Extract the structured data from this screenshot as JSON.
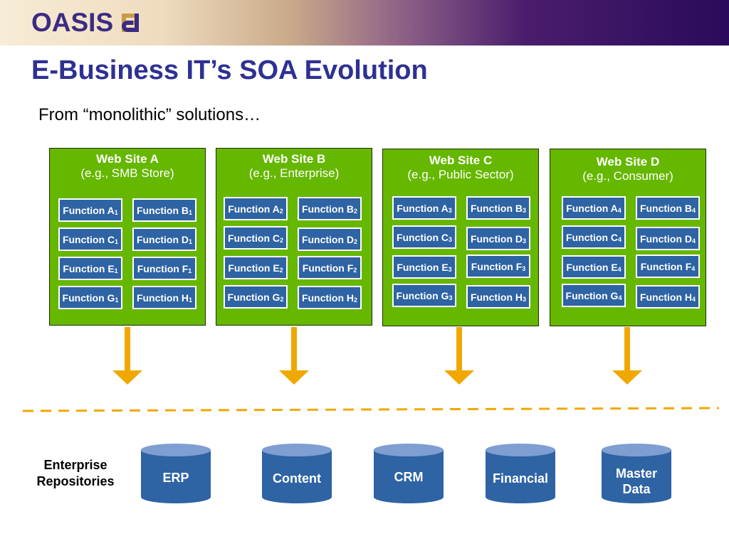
{
  "header": {
    "logo_text": "OASIS",
    "colors": {
      "logo": "#3b2b82",
      "band_left": "#f7ecd6",
      "band_right": "#2a0a5c"
    }
  },
  "title": "E-Business IT’s SOA Evolution",
  "subtitle": "From “monolithic” solutions…",
  "colors": {
    "title": "#2e3192",
    "site_box": "#66b700",
    "function_box": "#2e63a4",
    "arrow": "#f0a800",
    "repository": "#2e63a4",
    "repository_top": "#7f9ed1"
  },
  "sites": [
    {
      "name": "Web Site A",
      "description": "(e.g., SMB Store)",
      "functions": [
        {
          "label": "Function A",
          "sub": "1"
        },
        {
          "label": "Function B",
          "sub": "1"
        },
        {
          "label": "Function C",
          "sub": "1"
        },
        {
          "label": "Function D",
          "sub": "1"
        },
        {
          "label": "Function E",
          "sub": "1"
        },
        {
          "label": "Function F",
          "sub": "1"
        },
        {
          "label": "Function G",
          "sub": "1"
        },
        {
          "label": "Function H",
          "sub": "1"
        }
      ]
    },
    {
      "name": "Web Site B",
      "description": "(e.g., Enterprise)",
      "functions": [
        {
          "label": "Function A",
          "sub": "2"
        },
        {
          "label": "Function B",
          "sub": "2"
        },
        {
          "label": "Function C",
          "sub": "2"
        },
        {
          "label": "Function D",
          "sub": "2"
        },
        {
          "label": "Function E",
          "sub": "2"
        },
        {
          "label": "Function F",
          "sub": "2"
        },
        {
          "label": "Function G",
          "sub": "2"
        },
        {
          "label": "Function H",
          "sub": "2"
        }
      ]
    },
    {
      "name": "Web Site C",
      "description": "(e.g., Public Sector)",
      "functions": [
        {
          "label": "Function A",
          "sub": "3"
        },
        {
          "label": "Function B",
          "sub": "3"
        },
        {
          "label": "Function C",
          "sub": "3"
        },
        {
          "label": "Function D",
          "sub": "3"
        },
        {
          "label": "Function E",
          "sub": "3"
        },
        {
          "label": "Function F",
          "sub": "3"
        },
        {
          "label": "Function G",
          "sub": "3"
        },
        {
          "label": "Function H",
          "sub": "3"
        }
      ]
    },
    {
      "name": "Web Site D",
      "description": "(e.g., Consumer)",
      "functions": [
        {
          "label": "Function A",
          "sub": "4"
        },
        {
          "label": "Function B",
          "sub": "4"
        },
        {
          "label": "Function C",
          "sub": "4"
        },
        {
          "label": "Function D",
          "sub": "4"
        },
        {
          "label": "Function E",
          "sub": "4"
        },
        {
          "label": "Function F",
          "sub": "4"
        },
        {
          "label": "Function G",
          "sub": "4"
        },
        {
          "label": "Function H",
          "sub": "4"
        }
      ]
    }
  ],
  "repositories_label": [
    "Enterprise",
    "Repositories"
  ],
  "repositories": [
    {
      "lines": [
        "ERP"
      ]
    },
    {
      "lines": [
        "Content"
      ]
    },
    {
      "lines": [
        "CRM"
      ]
    },
    {
      "lines": [
        "Financial"
      ]
    },
    {
      "lines": [
        "Master",
        "Data"
      ]
    }
  ]
}
